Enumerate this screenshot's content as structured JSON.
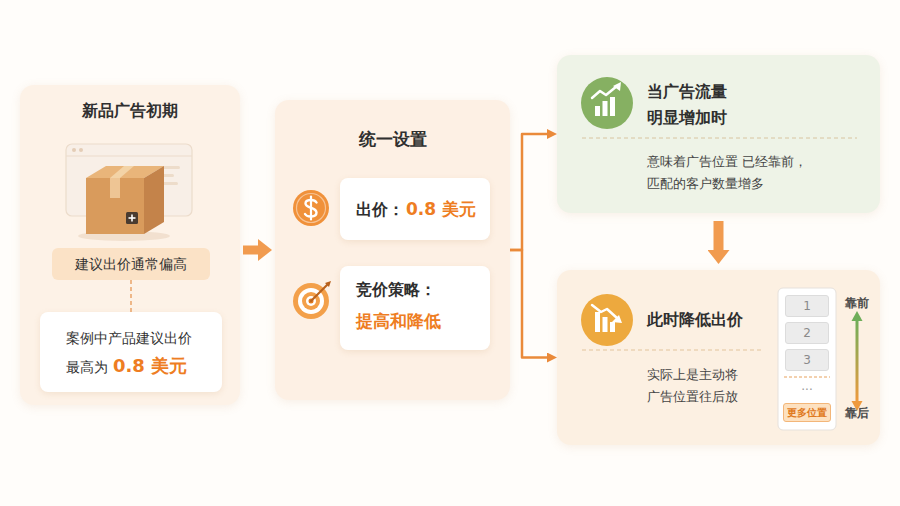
{
  "diagram": {
    "nodes": [
      {
        "text": [
          "新品广告初期"
        ]
      },
      {
        "text": [
          "建议出价通常偏高"
        ],
        "in": 0
      },
      {
        "text": [
          "案例中产品建议出价 最高为",
          "0.8 美元"
        ],
        "in": 0
      },
      {
        "text": [
          "统一设置"
        ]
      },
      {
        "text": [
          "出价：",
          "0.8 美元"
        ],
        "in": 3
      },
      {
        "text": [
          "竞价策略：",
          "提高和降低"
        ],
        "in": 3
      },
      {
        "text": [
          "当广告流量 明显增加时",
          "意味着广告位置 已经靠前，匹配的客户数量增多"
        ]
      },
      {
        "text": [
          "此时降低出价",
          "实际上是主动将 广告位置往后放"
        ]
      },
      {
        "text": [
          "1"
        ],
        "in": 7
      },
      {
        "text": [
          "2"
        ],
        "in": 7
      },
      {
        "text": [
          "3"
        ],
        "in": 7
      },
      {
        "text": [
          "更多位置"
        ],
        "in": 7
      }
    ],
    "edges": [
      {
        "from": 0,
        "to": 3,
        "arrow": "to"
      },
      {
        "from": 1,
        "to": 2,
        "arrow": "none"
      },
      {
        "from": 3,
        "to": 6,
        "arrow": "to"
      },
      {
        "from": 3,
        "to": 7,
        "arrow": "to"
      },
      {
        "from": 6,
        "to": 7,
        "arrow": "to"
      }
    ],
    "labels": [
      "...",
      "靠前",
      "靠后"
    ]
  }
}
